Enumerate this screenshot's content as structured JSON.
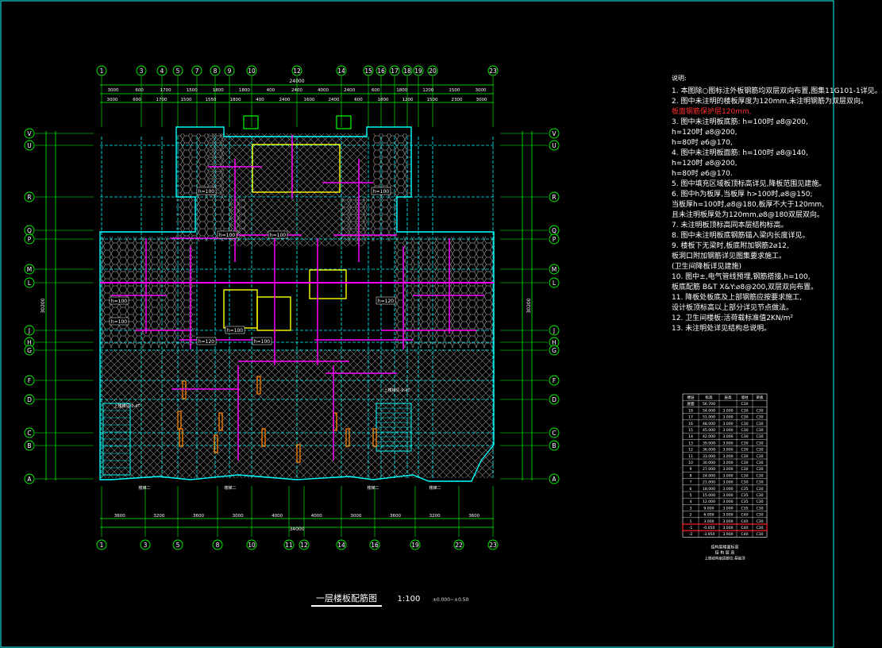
{
  "drawing": {
    "title": "一层楼板配筋图",
    "scale": "1:100",
    "elevation": "±0.000~±0.50"
  },
  "colors": {
    "grid": "#00ff00",
    "structure": "#00ffff",
    "rebar": "#ff00ff",
    "wall": "#ffff00",
    "column": "#ff8000",
    "text": "#ffffff",
    "hatch": "#8a8a8a"
  },
  "grid_top": [
    "1",
    "3",
    "4",
    "5",
    "7",
    "8",
    "9",
    "10",
    "12",
    "14",
    "15",
    "16",
    "17",
    "18",
    "19",
    "20",
    "23"
  ],
  "grid_bottom": [
    "1",
    "3",
    "5",
    "8",
    "10",
    "11",
    "12",
    "14",
    "16",
    "19",
    "22",
    "23"
  ],
  "grid_left": [
    "V",
    "U",
    "R",
    "Q",
    "P",
    "M",
    "L",
    "J",
    "H",
    "G",
    "F",
    "D",
    "C",
    "B",
    "A"
  ],
  "dims_top_row1": [
    "3000",
    "600",
    "1700",
    "1500",
    "1800",
    "1800",
    "400",
    "2400",
    "4000",
    "2400",
    "600",
    "1800",
    "1200",
    "1500",
    "3000"
  ],
  "dims_top_row2": [
    "3000",
    "600",
    "1700",
    "1500",
    "1550",
    "1800",
    "400",
    "2400",
    "1600",
    "2400",
    "600",
    "1800",
    "1200",
    "1500",
    "2300",
    "3000"
  ],
  "dims_top_total": "24000",
  "dims_bottom_row1": [
    "3600",
    "3200",
    "3600",
    "3000",
    "4000",
    "4000",
    "3000",
    "3600",
    "3200",
    "3600"
  ],
  "dims_bottom_total": "34000",
  "dims_left_total": "30200",
  "notes": {
    "header": "说明:",
    "lines": [
      "1. 本图除○图标注外板钢筋均双层双向布置,图集11G101-1详见。",
      "2. 图中未注明的楼板厚度为120mm,未注明钢筋为双层双向。",
      "   板面钢筋保护层120mm,",
      "3. 图中未注明板底筋: h=100时 ⌀8@200,",
      "   h=120时 ⌀8@200,",
      "   h=80时 ⌀6@170,",
      "4. 图中未注明板面筋: h=100时 ⌀8@140,",
      "   h=120时 ⌀8@200,",
      "   h=80时 ⌀6@170.",
      "5. 图中填充区域板顶标高详见,降板范围见建施。",
      "6. 图中h为板厚,当板厚 h>100时,⌀8@150;",
      "   当板厚h=100时,⌀8@180,板厚不大于120mm,",
      "   且未注明板厚处为120mm,⌀8@180双层双向。",
      "7. 未注明板顶标高同本层结构标高。",
      "8. 图中未注明板底钢筋锚入梁内长度详见。",
      "9. 楼板下无梁时,板底附加钢筋2⌀12,",
      "   板洞口附加钢筋详见图集要求施工。",
      "   (卫生间降板详见建施)",
      "10. 图中±,电气管线预埋,钢筋搭接,h=100,",
      "    板底配筋 B&T X&Y:⌀8@200,双层双向布置。",
      "11. 降板处板底及上部钢筋应按要求施工,",
      "    设计板顶标高以上部分详见节点做法。",
      "12. 卫生间楼板:活荷载标准值2KN/m²",
      "13. 未注明处详见结构总说明。"
    ],
    "red_line_index": 2
  },
  "floor_table": {
    "headers": [
      "楼层",
      "标高",
      "层高",
      "墙柱",
      "梁板"
    ],
    "rows": [
      [
        "屋面",
        "56.700",
        "",
        "C30",
        ""
      ],
      [
        "18",
        "54.000",
        "3.000",
        "C30",
        "C30"
      ],
      [
        "17",
        "51.000",
        "3.000",
        "C30",
        "C30"
      ],
      [
        "16",
        "48.000",
        "3.000",
        "C30",
        "C30"
      ],
      [
        "15",
        "45.000",
        "3.000",
        "C30",
        "C30"
      ],
      [
        "14",
        "42.000",
        "3.000",
        "C30",
        "C30"
      ],
      [
        "13",
        "39.000",
        "3.000",
        "C30",
        "C30"
      ],
      [
        "12",
        "36.000",
        "3.000",
        "C30",
        "C30"
      ],
      [
        "11",
        "33.000",
        "3.000",
        "C30",
        "C30"
      ],
      [
        "10",
        "30.000",
        "3.000",
        "C30",
        "C30"
      ],
      [
        "9",
        "27.000",
        "3.000",
        "C30",
        "C30"
      ],
      [
        "8",
        "24.000",
        "3.000",
        "C30",
        "C30"
      ],
      [
        "7",
        "21.000",
        "3.000",
        "C30",
        "C30"
      ],
      [
        "6",
        "18.000",
        "3.000",
        "C35",
        "C30"
      ],
      [
        "5",
        "15.000",
        "3.000",
        "C35",
        "C30"
      ],
      [
        "4",
        "12.000",
        "3.000",
        "C35",
        "C30"
      ],
      [
        "3",
        "9.000",
        "3.000",
        "C35",
        "C30"
      ],
      [
        "2",
        "6.000",
        "3.000",
        "C40",
        "C30"
      ],
      [
        "1",
        "3.000",
        "3.000",
        "C40",
        "C30"
      ],
      [
        "-1",
        "-0.050",
        "3.000",
        "C40",
        "C30"
      ],
      [
        "-2",
        "-3.950",
        "3.900",
        "C40",
        "C30"
      ]
    ],
    "caption": "结构层楼面标高",
    "caption2": "结 构 层 高",
    "caption3": "上部结构嵌固部位:基础顶"
  },
  "slab_labels": [
    "h=100",
    "h=100",
    "h=100",
    "h=100",
    "h=100",
    "h=100",
    "h=120",
    "h=120",
    "h=100",
    "h=100"
  ],
  "stair_labels": [
    "上楼梯见-0.4T",
    "上楼梯见-0.4T"
  ],
  "room_labels": [
    "楼梯二",
    "楼梯二",
    "楼梯二",
    "楼梯二"
  ]
}
